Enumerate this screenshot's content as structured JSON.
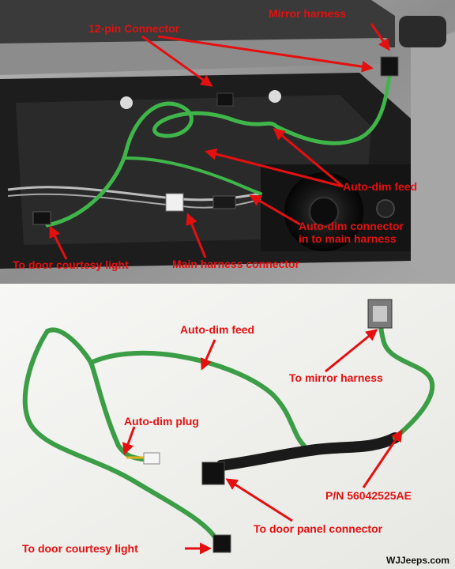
{
  "top_photo": {
    "labels": {
      "mirror_harness": "Mirror harness",
      "twelve_pin_connector": "12-pin Connector",
      "auto_dim_feed": "Auto-dim feed",
      "auto_dim_connector_line1": "Auto-dim connector",
      "auto_dim_connector_line2": "in to main harness",
      "door_courtesy_light": "To door courtesy light",
      "main_harness_connector": "Main harness connector"
    }
  },
  "bottom_photo": {
    "labels": {
      "auto_dim_feed": "Auto-dim feed",
      "to_mirror_harness": "To mirror harness",
      "auto_dim_plug": "Auto-dim plug",
      "part_number": "P/N 56042525AE",
      "door_panel_connector": "To door panel connector",
      "door_courtesy_light": "To door courtesy light"
    },
    "watermark": "WJJeeps.com"
  },
  "colors": {
    "label_red": "#e41010",
    "wire_green": "#3fb54a",
    "door_gray": "#9a9a9a",
    "door_panel_black": "#1d1d1d",
    "paper_white": "#f4f4f2"
  }
}
